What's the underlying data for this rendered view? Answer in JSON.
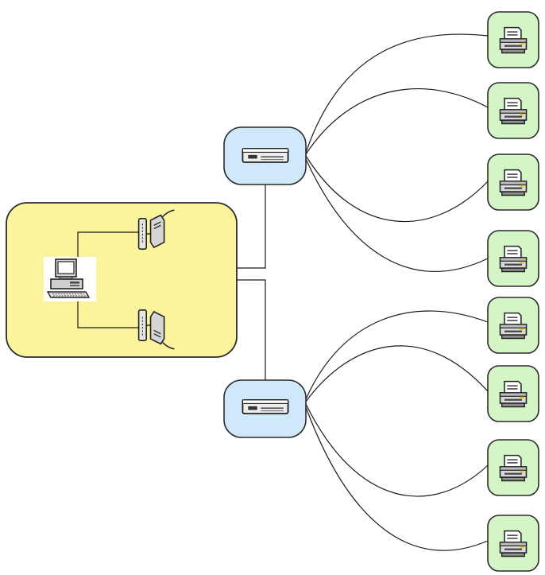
{
  "diagram": {
    "type": "network-topology",
    "colors": {
      "host_group_fill": "#fbf49c",
      "hub_fill": "#cfe9fb",
      "printer_fill": "#d4f5c6",
      "outline": "#2a2a2a",
      "line": "#1a1a1a"
    },
    "nodes": {
      "host_group": {
        "icon": "computer-icon",
        "ports": [
          "modem-icon",
          "modem-icon"
        ]
      },
      "hubs": [
        {
          "id": "hub-upper",
          "icon": "network-hub-icon"
        },
        {
          "id": "hub-lower",
          "icon": "network-hub-icon"
        }
      ],
      "printers": [
        {
          "id": "printer-1",
          "icon": "printer-icon",
          "hub": "hub-upper"
        },
        {
          "id": "printer-2",
          "icon": "printer-icon",
          "hub": "hub-upper"
        },
        {
          "id": "printer-3",
          "icon": "printer-icon",
          "hub": "hub-upper"
        },
        {
          "id": "printer-4",
          "icon": "printer-icon",
          "hub": "hub-upper"
        },
        {
          "id": "printer-5",
          "icon": "printer-icon",
          "hub": "hub-lower"
        },
        {
          "id": "printer-6",
          "icon": "printer-icon",
          "hub": "hub-lower"
        },
        {
          "id": "printer-7",
          "icon": "printer-icon",
          "hub": "hub-lower"
        },
        {
          "id": "printer-8",
          "icon": "printer-icon",
          "hub": "hub-lower"
        }
      ]
    },
    "edges": [
      {
        "from": "host_group",
        "to": "hub-upper"
      },
      {
        "from": "host_group",
        "to": "hub-lower"
      },
      {
        "from": "hub-upper",
        "to": "printer-1"
      },
      {
        "from": "hub-upper",
        "to": "printer-2"
      },
      {
        "from": "hub-upper",
        "to": "printer-3"
      },
      {
        "from": "hub-upper",
        "to": "printer-4"
      },
      {
        "from": "hub-lower",
        "to": "printer-5"
      },
      {
        "from": "hub-lower",
        "to": "printer-6"
      },
      {
        "from": "hub-lower",
        "to": "printer-7"
      },
      {
        "from": "hub-lower",
        "to": "printer-8"
      }
    ]
  }
}
